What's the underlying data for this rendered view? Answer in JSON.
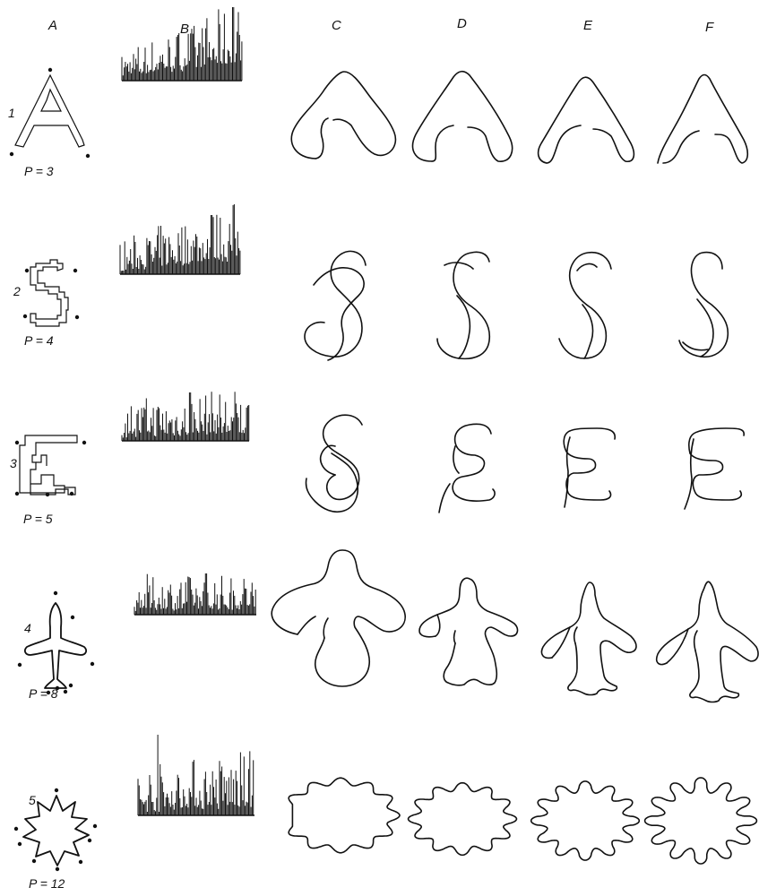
{
  "columns": [
    "A",
    "B",
    "C",
    "D",
    "E",
    "F"
  ],
  "rows": [
    {
      "index": "1",
      "p_label": "P = 3"
    },
    {
      "index": "2",
      "p_label": "P = 4"
    },
    {
      "index": "3",
      "p_label": "P = 5"
    },
    {
      "index": "4",
      "p_label": "P = 8"
    },
    {
      "index": "5",
      "p_label": "P = 12"
    }
  ]
}
